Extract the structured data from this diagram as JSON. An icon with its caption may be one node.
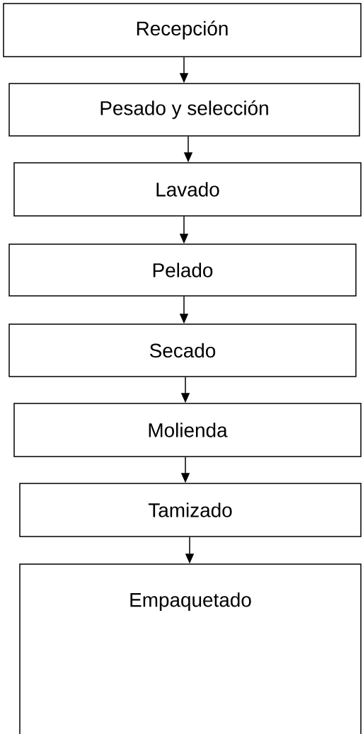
{
  "diagram": {
    "nodes": [
      {
        "text": [
          "Recepción"
        ]
      },
      {
        "text": [
          "Pesado y selección"
        ]
      },
      {
        "text": [
          "Lavado"
        ]
      },
      {
        "text": [
          "Pelado"
        ]
      },
      {
        "text": [
          "Secado"
        ]
      },
      {
        "text": [
          "Molienda"
        ]
      },
      {
        "text": [
          "Tamizado"
        ]
      },
      {
        "text": [
          "Empaquetado"
        ]
      }
    ],
    "edges": [
      {
        "from": 0,
        "to": 1,
        "arrow": "to"
      },
      {
        "from": 1,
        "to": 2,
        "arrow": "to"
      },
      {
        "from": 2,
        "to": 3,
        "arrow": "to"
      },
      {
        "from": 3,
        "to": 4,
        "arrow": "to"
      },
      {
        "from": 4,
        "to": 5,
        "arrow": "to"
      },
      {
        "from": 5,
        "to": 6,
        "arrow": "to"
      },
      {
        "from": 6,
        "to": 7,
        "arrow": "to"
      }
    ]
  }
}
